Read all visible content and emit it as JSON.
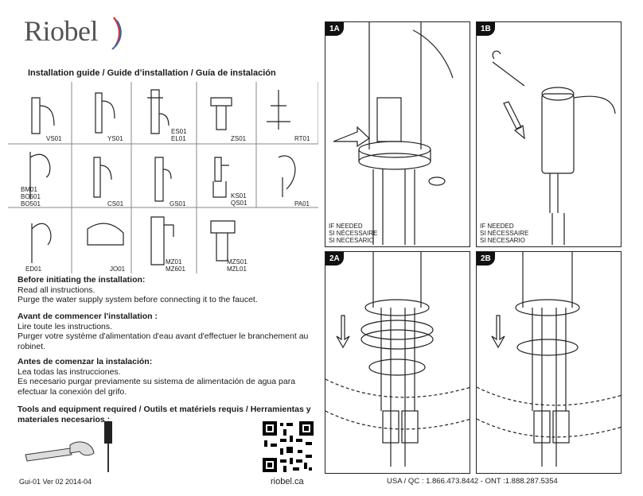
{
  "brand": {
    "name": "Riobel"
  },
  "subtitle": "Installation guide / Guide d’installation / Guía de instalación",
  "models": [
    {
      "label": "VS01"
    },
    {
      "label": "YS01"
    },
    {
      "label": "ES01\nEL01"
    },
    {
      "label": "ZS01"
    },
    {
      "label": "RT01"
    },
    {
      "label": "BM01\nBO601\nBO501"
    },
    {
      "label": "CS01"
    },
    {
      "label": "GS01"
    },
    {
      "label": "KS01\nQS01"
    },
    {
      "label": "PA01"
    },
    {
      "label": "ED01"
    },
    {
      "label": "JO01"
    },
    {
      "label": "MZ01\nMZ601"
    },
    {
      "label": "MZS01\nMZL01"
    }
  ],
  "sections": {
    "en": {
      "heading": "Before initiating the installation:",
      "lines": [
        "Read all instructions.",
        "Purge the water supply system before connecting it to the faucet."
      ]
    },
    "fr": {
      "heading": "Avant de commencer l'installation :",
      "lines": [
        "Lire toute les instructions.",
        "Purger votre système d'alimentation d'eau avant d'effectuer le branchement au",
        "robinet."
      ]
    },
    "es": {
      "heading": "Antes de comenzar la instalación:",
      "lines": [
        "Lea todas las instrucciones.",
        "Es necesario purgar previamente su sistema de alimentación de agua para",
        "efectuar la conexión del grifo."
      ]
    },
    "tools": {
      "heading_line1": "Tools and equipment required / Outils et matériels requis / Herramientas y",
      "heading_line2": "materiales necesarios :"
    }
  },
  "footer": {
    "version": "Gui-01 Ver 02 2014-04",
    "website": "riobel.ca",
    "phone": "USA / QC : 1.866.473.8442 - ONT :1.888.287.5354"
  },
  "panels": [
    {
      "tag": "1A",
      "note": [
        "IF NEEDED",
        "SI NÉCESSAIRE",
        "SI NECESARIO"
      ]
    },
    {
      "tag": "1B",
      "note": [
        "IF NEEDED",
        "SI NÉCESSAIRE",
        "SI NECESARIO"
      ]
    },
    {
      "tag": "2A"
    },
    {
      "tag": "2B"
    }
  ]
}
